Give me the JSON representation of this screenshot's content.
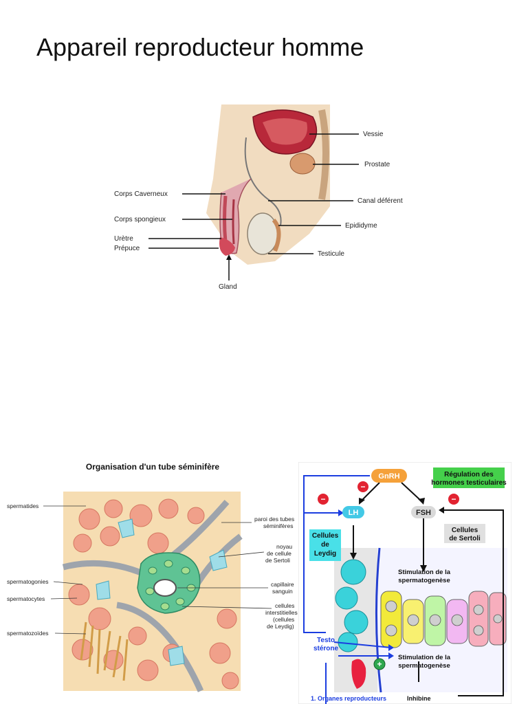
{
  "page": {
    "title": "Appareil reproducteur homme"
  },
  "anatomy": {
    "labels": {
      "vessie": "Vessie",
      "prostate": "Prostate",
      "canal": "Canal déférent",
      "epididyme": "Epididyme",
      "testicule": "Testicule",
      "corps_caverneux": "Corps Caverneux",
      "corps_spongieux": "Corps spongieux",
      "uretre": "Urètre",
      "prepuce": "Prépuce",
      "gland": "Gland"
    }
  },
  "tube": {
    "title": "Organisation d'un tube séminifère",
    "labels": {
      "spermatides": "spermatides",
      "spermatogonies": "spermatogonies",
      "spermatocytes": "spermatocytes",
      "spermatozoides": "spermatozoïdes",
      "paroi_1": "paroi des tubes",
      "paroi_2": "séminifères",
      "noyau_1": "noyau",
      "noyau_2": "de cellule",
      "noyau_3": "de Sertoli",
      "capillaire_1": "capillaire",
      "capillaire_2": "sanguin",
      "cellules_1": "cellules",
      "cellules_2": "interstitielles",
      "cellules_3": "(cellules",
      "cellules_4": "de Leydig)"
    }
  },
  "regulation": {
    "title_1": "Régulation des",
    "title_2": "hormones testiculaires",
    "gnrh": "GnRH",
    "lh": "LH",
    "fsh": "FSH",
    "minus": "−",
    "plus": "+",
    "leydig_1": "Cellules",
    "leydig_2": "de",
    "leydig_3": "Leydig",
    "sertoli_1": "Cellules",
    "sertoli_2": "de Sertoli",
    "stim1_1": "Stimulation de la",
    "stim1_2": "spermatogenèse",
    "testo_1": "Testo",
    "testo_2": "stérone",
    "stim2_1": "Stimulation de la",
    "stim2_2": "spermatogenèse",
    "organes": "1. Organes reproducteurs",
    "inhibine": "Inhibine"
  }
}
